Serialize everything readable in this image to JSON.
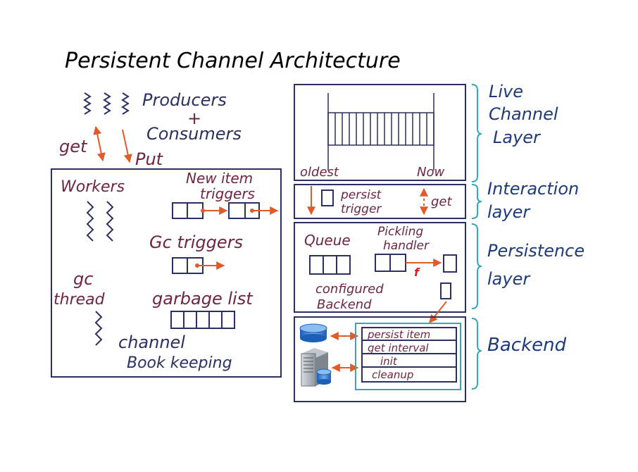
{
  "title": "Persistent Channel Architecture",
  "colors": {
    "ink": "#000000",
    "maroon": "#6e2640",
    "navy": "#1f3a7a",
    "box": "#2a3060",
    "arrow": "#e35a2a",
    "teal": "#35a7b8",
    "red": "#d62020"
  },
  "left": {
    "producers": "Producers",
    "plus": "+",
    "consumers": "Consumers",
    "get": "get",
    "put": "Put",
    "workers": "Workers",
    "new_item_triggers": [
      "New item",
      "triggers"
    ],
    "gc_triggers": "Gc triggers",
    "gc_thread": [
      "gc",
      "thread"
    ],
    "garbage_list": "garbage list",
    "channel": "channel",
    "book_keeping": "Book keeping"
  },
  "live": {
    "oldest": "oldest",
    "now": "Now"
  },
  "interaction": {
    "persist_trigger": [
      "persist",
      "trigger"
    ],
    "get": "get"
  },
  "persistence": {
    "queue": "Queue",
    "pickling_handler": [
      "Pickling",
      "handler"
    ],
    "f": "f",
    "configured_backend": [
      "configured",
      "Backend"
    ]
  },
  "backend": {
    "items": [
      "persist item",
      "get interval",
      "init",
      "cleanup"
    ],
    "icons": [
      "database-icon",
      "server-icon"
    ]
  },
  "layers": [
    [
      "Live",
      "Channel",
      "Layer"
    ],
    [
      "Interaction",
      "layer"
    ],
    [
      "Persistence",
      "layer"
    ],
    [
      "Backend"
    ]
  ]
}
